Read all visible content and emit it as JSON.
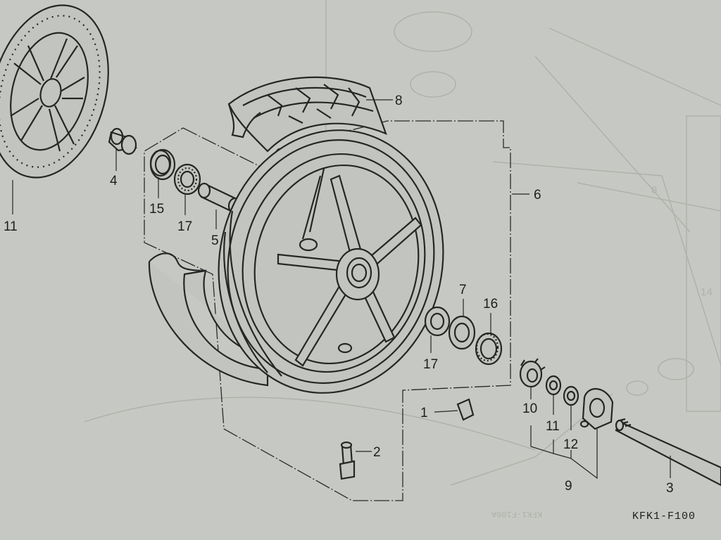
{
  "diagram": {
    "labels": [
      {
        "id": "1",
        "text": "1"
      },
      {
        "id": "2",
        "text": "2"
      },
      {
        "id": "3",
        "text": "3"
      },
      {
        "id": "4",
        "text": "4"
      },
      {
        "id": "5",
        "text": "5"
      },
      {
        "id": "6",
        "text": "6"
      },
      {
        "id": "7",
        "text": "7"
      },
      {
        "id": "8",
        "text": "8"
      },
      {
        "id": "9",
        "text": "9"
      },
      {
        "id": "10",
        "text": "10"
      },
      {
        "id": "11a",
        "text": "11"
      },
      {
        "id": "11b",
        "text": "11"
      },
      {
        "id": "12",
        "text": "12"
      },
      {
        "id": "15",
        "text": "15"
      },
      {
        "id": "16",
        "text": "16"
      },
      {
        "id": "17a",
        "text": "17"
      },
      {
        "id": "17b",
        "text": "17"
      }
    ],
    "figure_code": "KFK1-F100",
    "ghost_text": [
      "8",
      "14",
      "KFK1-F100A"
    ],
    "colors": {
      "paper": "#c9ccc6",
      "ink": "#262626",
      "ghost": "#aeb2ab"
    }
  }
}
